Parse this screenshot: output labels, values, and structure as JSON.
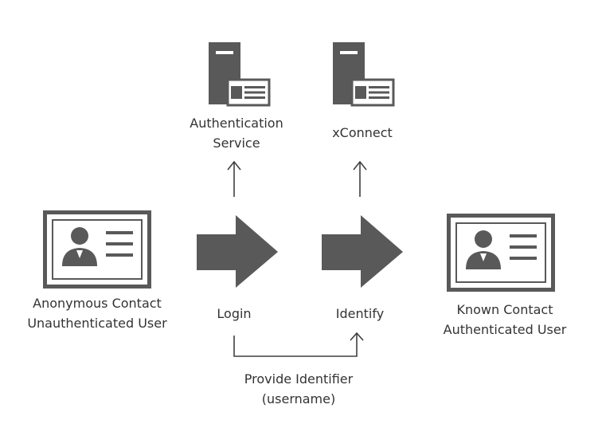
{
  "colors": {
    "icon": "#595959",
    "arrow": "#595959",
    "line": "#404040",
    "text": "#333333",
    "card_fill": "#ffffff"
  },
  "nodes": {
    "authentication_service": {
      "icon": "server-icon",
      "label_line1": "Authentication",
      "label_line2": "Service"
    },
    "xconnect": {
      "icon": "server-icon",
      "label": "xConnect"
    },
    "anonymous_contact": {
      "icon": "contact-card-icon",
      "label_line1": "Anonymous Contact",
      "label_line2": "Unauthenticated User"
    },
    "known_contact": {
      "icon": "contact-card-icon",
      "label_line1": "Known Contact",
      "label_line2": "Authenticated User"
    }
  },
  "steps": {
    "login": {
      "icon": "block-arrow-right-icon",
      "label": "Login"
    },
    "identify": {
      "icon": "block-arrow-right-icon",
      "label": "Identify"
    }
  },
  "connector": {
    "label_line1": "Provide Identifier",
    "label_line2": "(username)"
  }
}
